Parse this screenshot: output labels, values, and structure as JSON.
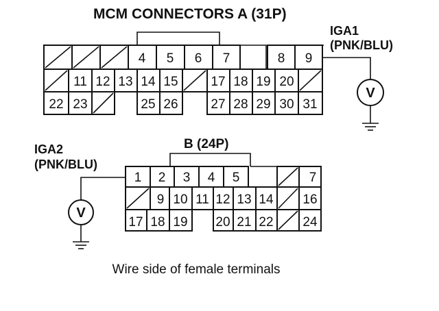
{
  "connector_a": {
    "title": "MCM CONNECTORS A (31P)",
    "row1": [
      "",
      "",
      "",
      "4",
      "5",
      "6",
      "7",
      "",
      "8",
      "9"
    ],
    "row2": [
      "",
      "11",
      "12",
      "13",
      "14",
      "15",
      "",
      "17",
      "18",
      "19",
      "20",
      ""
    ],
    "row3": [
      "22",
      "23",
      "",
      "25",
      "26",
      "27",
      "28",
      "29",
      "30",
      "31"
    ]
  },
  "connector_b": {
    "title": "B (24P)",
    "row1": [
      "1",
      "2",
      "3",
      "4",
      "5",
      "",
      "7"
    ],
    "row2": [
      "",
      "9",
      "10",
      "11",
      "12",
      "13",
      "14",
      "",
      "16"
    ],
    "row3": [
      "17",
      "18",
      "19",
      "20",
      "21",
      "22",
      "",
      "24"
    ]
  },
  "iga1": {
    "label": "IGA1",
    "wire_color": "(PNK/BLU)"
  },
  "iga2": {
    "label": "IGA2",
    "wire_color": "(PNK/BLU)"
  },
  "voltmeter_symbol": "V",
  "caption": "Wire side of female terminals"
}
